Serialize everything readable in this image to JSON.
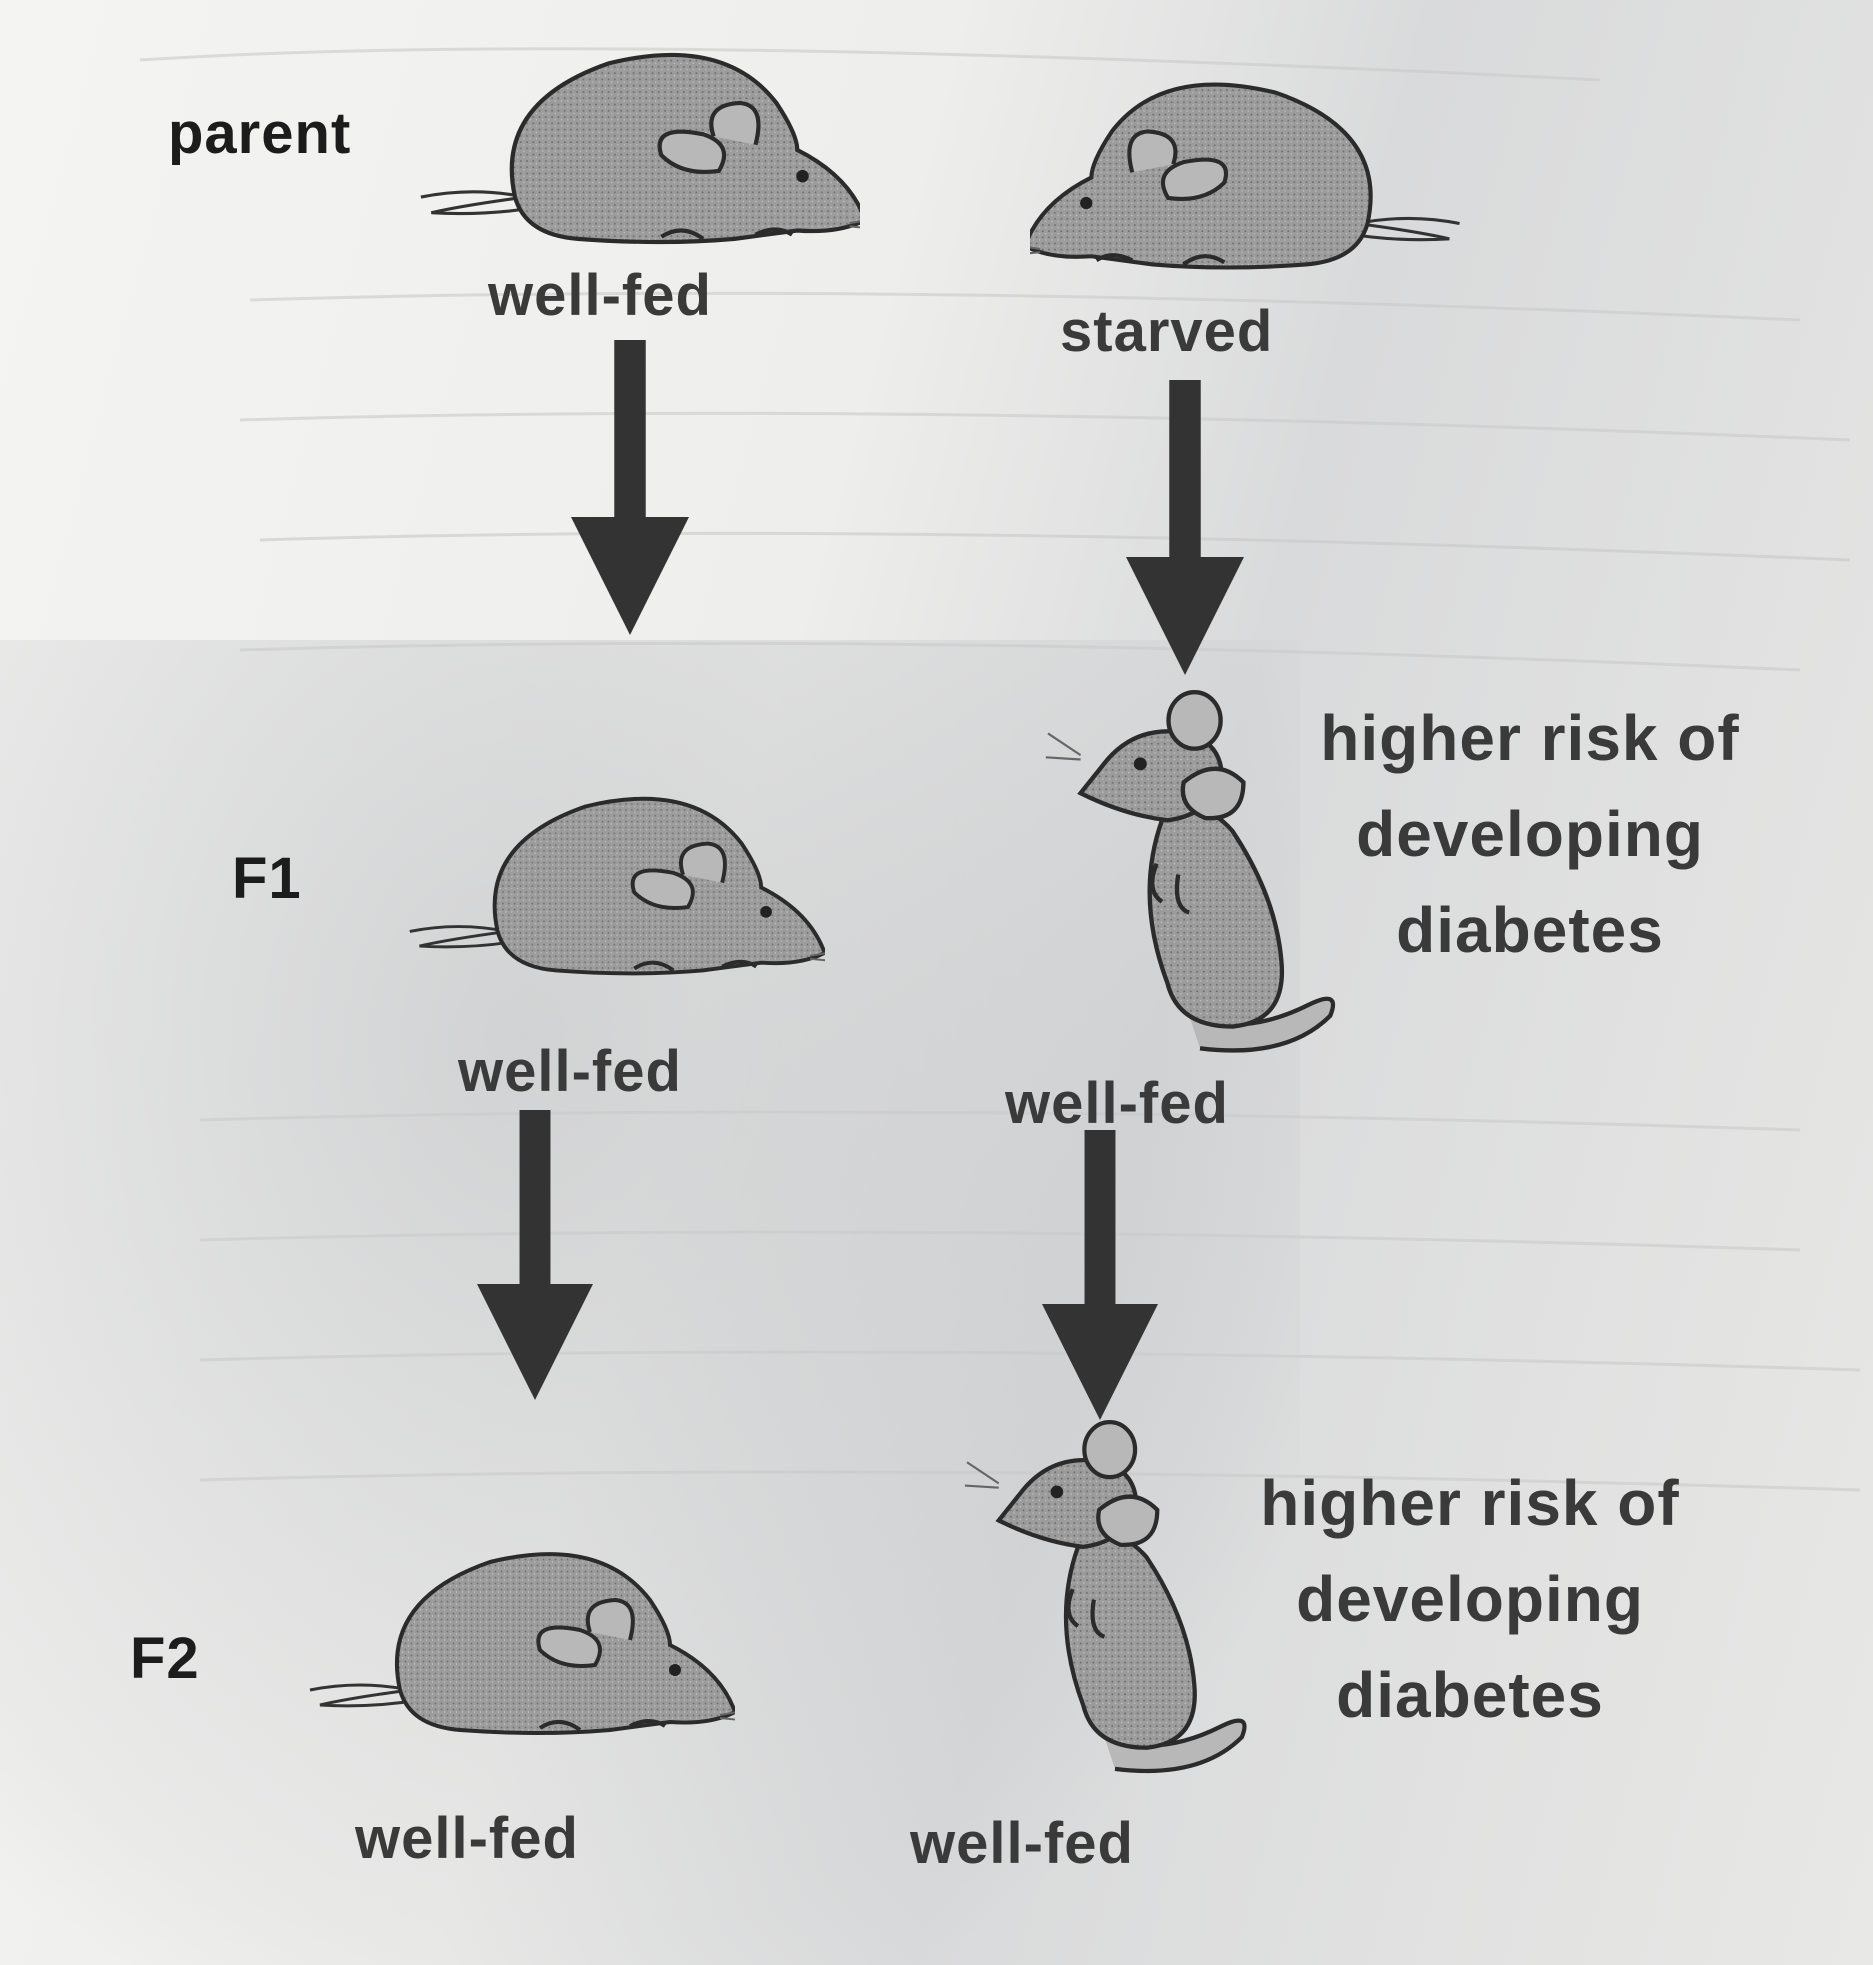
{
  "generations": [
    "parent",
    "F1",
    "F2"
  ],
  "lineages": {
    "left": {
      "parent": "well-fed",
      "f1": "well-fed",
      "f2": "well-fed"
    },
    "right": {
      "parent": "starved",
      "f1": "well-fed",
      "f2": "well-fed",
      "f1_outcome": [
        "higher risk of",
        "developing",
        "diabetes"
      ],
      "f2_outcome": [
        "higher risk of",
        "developing",
        "diabetes"
      ]
    }
  },
  "icons": {
    "crouching_mouse": "crouching-mouse-icon",
    "standing_mouse": "standing-mouse-icon",
    "arrow": "down-arrow-icon"
  },
  "colors": {
    "mouse_fill": "#9a9a9a",
    "mouse_outline": "#2b2b2b",
    "arrow": "#333333",
    "text": "#2a2a2a"
  }
}
